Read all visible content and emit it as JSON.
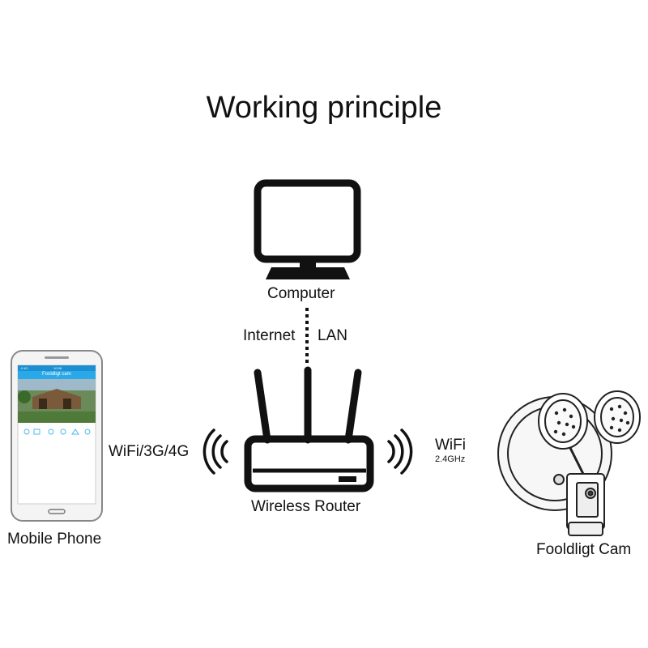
{
  "title": "Working principle",
  "nodes": {
    "computer": {
      "label": "Computer"
    },
    "router": {
      "label": "Wireless Router"
    },
    "phone": {
      "label": "Mobile Phone",
      "app_title": "Fooldligt cam",
      "status_left": "..ll 4G",
      "status_time": "10:38"
    },
    "camera": {
      "label": "Fooldligt Cam"
    }
  },
  "links": {
    "internet": "Internet",
    "lan": "LAN",
    "phone_link": "WiFi/3G/4G",
    "cam_link": "WiFi",
    "cam_freq": "2.4GHz"
  },
  "colors": {
    "line": "#111111",
    "app_header": "#2aa9e8",
    "app_icon": "#4bb8ee"
  }
}
